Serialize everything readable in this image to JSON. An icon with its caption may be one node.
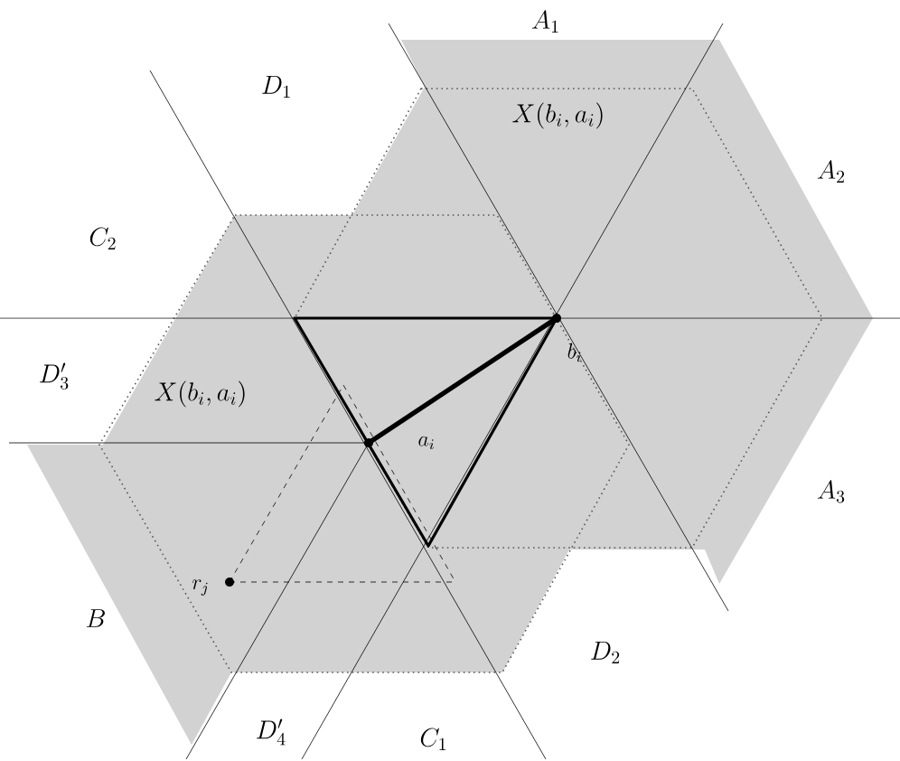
{
  "diagram": {
    "nodes": [
      {
        "text": [],
        "shape": "circle",
        "beside": [
          "b_i"
        ]
      },
      {
        "text": [],
        "shape": "circle",
        "beside": [
          "a_i"
        ]
      },
      {
        "text": [],
        "shape": "circle",
        "beside": [
          "r_j"
        ]
      }
    ],
    "edges": [
      {
        "from": 0,
        "to": 1,
        "arrow": "none",
        "style": "thick"
      },
      {
        "from": 2,
        "to": null,
        "arrow": "none",
        "style": "dashed"
      },
      {
        "from": 2,
        "to": null,
        "arrow": "none",
        "style": "dashed"
      }
    ],
    "labels": [
      "A_1",
      "D_1",
      "X(b_i,a_i)",
      "A_2",
      "C_2",
      "D'_3",
      "X(b_i,a_i)",
      "A_3",
      "B",
      "D_2",
      "D'_4",
      "C_1"
    ]
  }
}
